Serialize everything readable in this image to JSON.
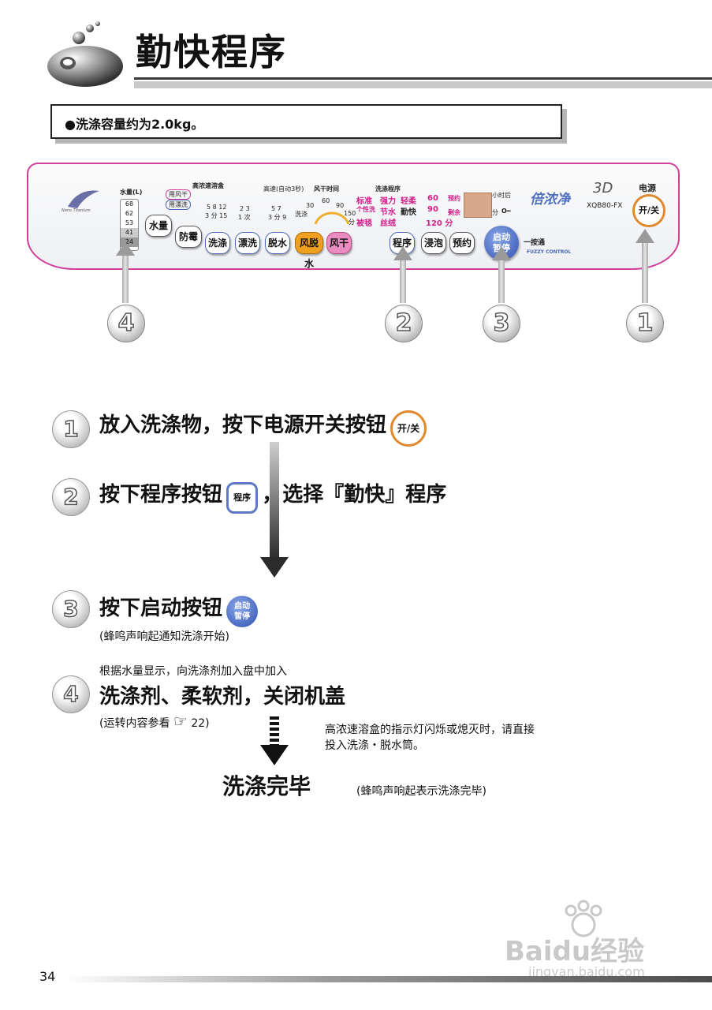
{
  "header": {
    "title": "勤快程序"
  },
  "capacity_note": "●洗涤容量约为2.0kg。",
  "panel": {
    "water_label": "水量(L)",
    "water_levels": [
      "68",
      "62",
      "53",
      "41",
      "24"
    ],
    "conc_title": "高浓速溶盒",
    "conc_opt1": "用风干",
    "conc_opt2": "用漂洗",
    "wash_digits": "5 8 12",
    "wash_digits2": "3 分 15",
    "rinse_digits": "2 3",
    "rinse_digits2": "1 次",
    "spin_title": "高速(自动3秒)",
    "spin_digits": "5 7",
    "spin_digits2": "3 分 9",
    "dry_title": "风干时间",
    "dry_digits": [
      "30",
      "60",
      "90",
      "150"
    ],
    "dry_unit": "分",
    "dry_side": "洗涤",
    "prog_title": "洗涤程序",
    "programs": [
      [
        "标准",
        "强力",
        "轻柔"
      ],
      [
        "个性洗",
        "节水",
        "勤快"
      ],
      [
        "被毯",
        "丝绒",
        ""
      ]
    ],
    "time_vals": [
      "60",
      "90",
      "120 分"
    ],
    "time_labels": [
      "预约",
      "剩余"
    ],
    "display_labels": [
      "小时后",
      "分"
    ],
    "brand_name": "倍浓净",
    "model": "XQB80-FX",
    "logo_3d": "3D",
    "power_title": "电源",
    "buttons": {
      "water": "水量",
      "mold": "防霉",
      "wash": "洗涤",
      "rinse": "漂洗",
      "spin": "脱水",
      "wind_spin": "风脱水",
      "wind_dry": "风干",
      "program": "程序",
      "soak": "浸泡",
      "reserve": "预约",
      "start": "启动暂停",
      "start_l1": "启动",
      "start_l2": "暂停",
      "power": "开/关"
    },
    "one_touch": "一按通",
    "fuzzy": "FUZZY CONTROL"
  },
  "callouts": [
    "4",
    "2",
    "3",
    "1"
  ],
  "steps": [
    {
      "num": "1",
      "text": "放入洗涤物，按下电源开关按钮",
      "btn": "开/关"
    },
    {
      "num": "2",
      "text": "按下程序按钮",
      "btn": "程序",
      "text2": "，选择『勤快』程序"
    },
    {
      "num": "3",
      "text": "按下启动按钮",
      "btn_l1": "启动",
      "btn_l2": "暂停",
      "sub": "(蜂鸣声响起通知洗涤开始)"
    },
    {
      "num": "4",
      "pre": "根据水量显示，向洗涤剂加入盘中加入",
      "text": "洗涤剂、柔软剂，关闭机盖",
      "sub": "(运转内容参看",
      "ref": "22)"
    }
  ],
  "side_note_l1": "高浓速溶盒的指示灯闪烁或熄灭时，请直接",
  "side_note_l2": "投入洗涤・脱水筒。",
  "finish": {
    "text": "洗涤完毕",
    "sub": "(蜂鸣声响起表示洗涤完毕)"
  },
  "page_number": "34",
  "watermark": {
    "brand": "Baidu经验",
    "url": "jingyan.baidu.com"
  }
}
